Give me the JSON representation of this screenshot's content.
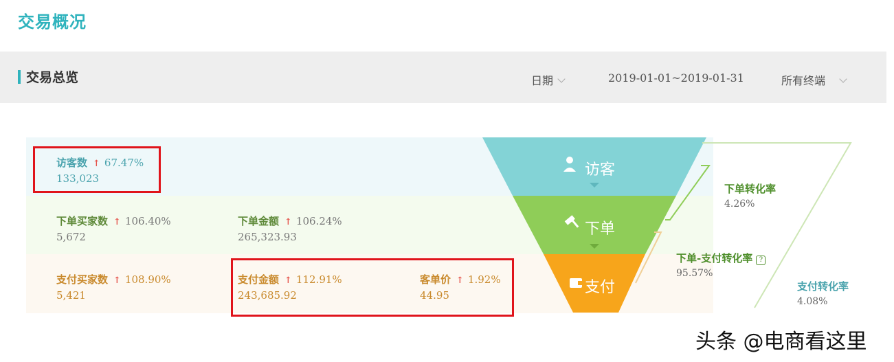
{
  "page": {
    "title": "交易概况"
  },
  "section": {
    "title": "交易总览",
    "date_label": "日期",
    "date_range": "2019-01-01~2019-01-31",
    "terminal_label": "所有终端"
  },
  "metrics": {
    "visitors": {
      "label": "访客数",
      "change": "67.47%",
      "value": "133,023"
    },
    "order_buyers": {
      "label": "下单买家数",
      "change": "106.40%",
      "value": "5,672"
    },
    "order_amount": {
      "label": "下单金额",
      "change": "106.24%",
      "value": "265,323.93"
    },
    "pay_buyers": {
      "label": "支付买家数",
      "change": "108.90%",
      "value": "5,421"
    },
    "pay_amount": {
      "label": "支付金额",
      "change": "112.91%",
      "value": "243,685.92"
    },
    "avg_price": {
      "label": "客单价",
      "change": "1.92%",
      "value": "44.95"
    }
  },
  "funnel": {
    "visitor": "访客",
    "order": "下单",
    "pay": "支付"
  },
  "rates": {
    "order_rate": {
      "label": "下单转化率",
      "value": "4.26%"
    },
    "order_pay_rate": {
      "label": "下单-支付转化率",
      "value": "95.57%"
    },
    "pay_rate": {
      "label": "支付转化率",
      "value": "4.08%"
    }
  },
  "watermark": "头条 @电商看这里",
  "colors": {
    "teal": "#83d3d6",
    "green": "#8fcd58",
    "orange": "#f7a51b",
    "highlight": "#e0141b",
    "accent": "#2fb3bd"
  }
}
